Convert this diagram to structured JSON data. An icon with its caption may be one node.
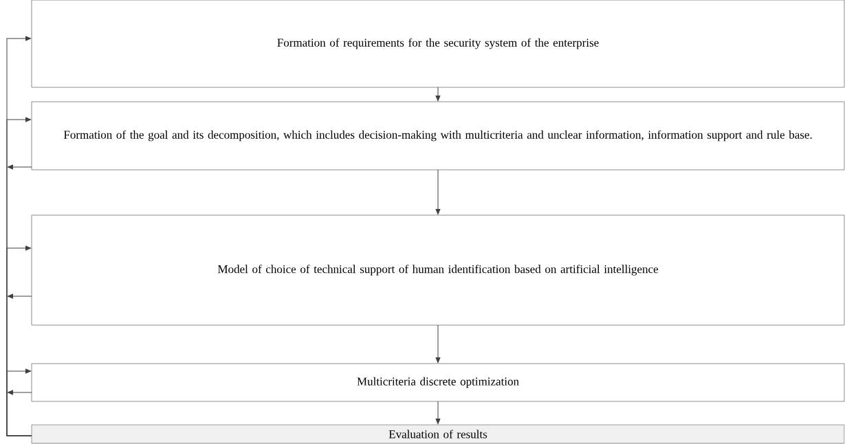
{
  "diagram": {
    "nodes": [
      {
        "text": [
          "Formation of requirements for the security system of the enterprise"
        ]
      },
      {
        "text": [
          "Formation of the goal and its decomposition, which includes decision-making with multicriteria and unclear information, information support and rule base."
        ]
      },
      {
        "text": [
          "Model of choice of technical support of human identification based on artificial intelligence"
        ]
      },
      {
        "text": [
          "Multicriteria discrete optimization"
        ]
      },
      {
        "text": [
          "Evaluation of results"
        ]
      }
    ],
    "edges": [
      {
        "from": 0,
        "to": 1,
        "arrow": "to"
      },
      {
        "from": 1,
        "to": 2,
        "arrow": "to"
      },
      {
        "from": 2,
        "to": 3,
        "arrow": "to"
      },
      {
        "from": 3,
        "to": 4,
        "arrow": "to"
      },
      {
        "from": 4,
        "to": 0,
        "arrow": "to"
      },
      {
        "from": 4,
        "to": 1,
        "arrow": "to"
      },
      {
        "from": 4,
        "to": 2,
        "arrow": "to"
      },
      {
        "from": 4,
        "to": 3,
        "arrow": "to"
      },
      {
        "from": 1,
        "to": null,
        "arrow": "to"
      },
      {
        "from": 2,
        "to": null,
        "arrow": "to"
      },
      {
        "from": 3,
        "to": null,
        "arrow": "to"
      }
    ]
  }
}
